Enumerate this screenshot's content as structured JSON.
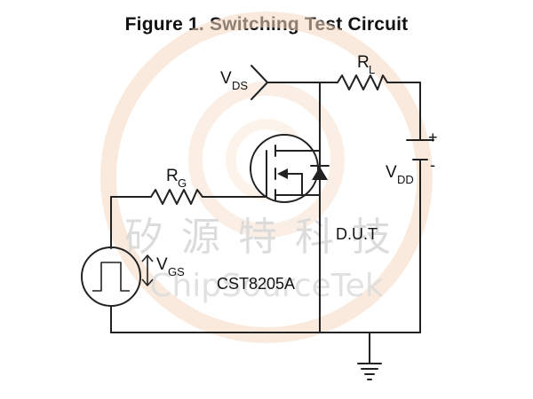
{
  "title": "Figure 1. Switching Test Circuit",
  "labels": {
    "vds_main": "V",
    "vds_sub": "DS",
    "rl_main": "R",
    "rl_sub": "L",
    "rg_main": "R",
    "rg_sub": "G",
    "vdd_main": "V",
    "vdd_sub": "DD",
    "vgs_main": "V",
    "vgs_sub": "GS",
    "plus": "+",
    "minus": "-",
    "dut": "D.U.T",
    "part_number": "CST8205A"
  },
  "watermark": {
    "chinese": "矽源特科技",
    "english": "ChipSourceTek"
  },
  "colors": {
    "wire": "#222222",
    "watermark": "#f3c7a8"
  }
}
